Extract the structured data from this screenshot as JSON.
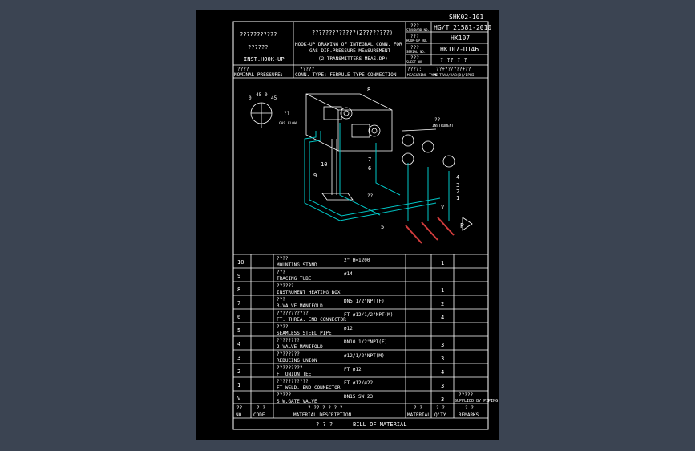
{
  "drawing_no": "SHK02-101",
  "header": {
    "left_top": "???????????",
    "left_mid": "??????",
    "left_bottom": "INST.HOOK-UP",
    "center_q": "?????????????(2????????)",
    "center_line1": "HOOK-UP DRAWING OF INTEGRAL CONN. FOR",
    "center_line2": "GAS DIF.PRESSURE MEASUREMENT",
    "center_line3": "(2 TRANSMITTERS MEAS.DP)",
    "r1_label_q": "???",
    "r1_label": "STANDARD NO.",
    "r1_value": "HG/T 21581-2010",
    "r2_label_q": "???",
    "r2_label": "HOOK-UP NO.",
    "r2_value": "HK107",
    "r3_label_q": "???",
    "r3_label": "SERIAL NO.",
    "r3_value": "HK107-D146",
    "r4_label_q": "???",
    "r4_label": "SHEET NO.",
    "r4_value": "? ?? ? ?",
    "pressure_q": "????",
    "pressure": "NOMINAL PRESSURE:",
    "conn_q": "?????",
    "conn": "CONN. TYPE: FERRULE-TYPE CONNECTION",
    "meas_q": "????:",
    "meas_label": "MEASURING TYPE",
    "meas_value_q": "??+??/???+??",
    "meas_value": "UN.TRAU/HAB(D)/BPHI"
  },
  "diagram": {
    "callouts": [
      "8",
      "7",
      "6",
      "10",
      "9",
      "5",
      "4",
      "3",
      "2",
      "1",
      "V",
      "P"
    ],
    "annot1_q": "??",
    "annot1": "INSTRUMENT",
    "annot2_q": "??",
    "annot2": "GAS FLOW",
    "angles": [
      "0",
      "45",
      "0",
      "45"
    ],
    "pipe_label": "??"
  },
  "bom": {
    "rows": [
      {
        "no": "10",
        "code": "",
        "desc_q": "????",
        "desc": "MOUNTING STAND",
        "spec": "2\"  H=1200",
        "material": "",
        "qty": "1",
        "remarks": ""
      },
      {
        "no": "9",
        "code": "",
        "desc_q": "???",
        "desc": "TRACING TUBE",
        "spec": "ø14",
        "material": "",
        "qty": "",
        "remarks": ""
      },
      {
        "no": "8",
        "code": "",
        "desc_q": "??????",
        "desc": "INSTRUMENT HEATING BOX",
        "spec": "",
        "material": "",
        "qty": "1",
        "remarks": ""
      },
      {
        "no": "7",
        "code": "",
        "desc_q": "???",
        "desc": "3-VALVE MANIFOLD",
        "spec": "DN5   1/2\"NPT(F)",
        "material": "",
        "qty": "2",
        "remarks": ""
      },
      {
        "no": "6",
        "code": "",
        "desc_q": "???????????",
        "desc": "FT. THREA. END CONNECTOR",
        "spec": "FT ø12/1/2\"NPT(M)",
        "material": "",
        "qty": "4",
        "remarks": ""
      },
      {
        "no": "5",
        "code": "",
        "desc_q": "????",
        "desc": "SEAMLESS STEEL PIPE",
        "spec": "ø12",
        "material": "",
        "qty": "",
        "remarks": ""
      },
      {
        "no": "4",
        "code": "",
        "desc_q": "????????",
        "desc": "2-VALVE MANIFOLD",
        "spec": "DN10   1/2\"NPT(F)",
        "material": "",
        "qty": "3",
        "remarks": ""
      },
      {
        "no": "3",
        "code": "",
        "desc_q": "????????",
        "desc": "REDUCING UNION",
        "spec": "ø12/1/2\"NPT(M)",
        "material": "",
        "qty": "3",
        "remarks": ""
      },
      {
        "no": "2",
        "code": "",
        "desc_q": "?????????",
        "desc": "FT UNION TEE",
        "spec": "FT ø12",
        "material": "",
        "qty": "4",
        "remarks": ""
      },
      {
        "no": "1",
        "code": "",
        "desc_q": "???????????",
        "desc": "FT WELD. END CONNECTOR",
        "spec": "FT ø12/ø22",
        "material": "",
        "qty": "3",
        "remarks": ""
      },
      {
        "no": "V",
        "code": "",
        "desc_q": "?????",
        "desc": "S.W.GATE VALVE",
        "spec": "DN15  SW 23",
        "material": "",
        "qty": "3",
        "remarks_q": "?????",
        "remarks": "SUPPLIED BY PIPING"
      }
    ],
    "head": {
      "no_q": "??",
      "no": "NO.",
      "code_q": "? ?",
      "code": "CODE",
      "desc_q": "? ?? ? ? ? ?",
      "desc": "MATERIAL DESCRIPTION",
      "mat_q": "? ?",
      "mat": "MATERIAL",
      "qty_q": "? ?",
      "qty": "Q'TY",
      "rem_q": "? ?",
      "rem": "REMARKS"
    },
    "footer_q": "? ? ?",
    "footer": "BILL OF MATERIAL"
  },
  "colors": {
    "background": "#3b4452",
    "sheet": "#000000",
    "line": "#ffffff",
    "pipe": "#00c8c8",
    "arrow": "#d23c3c"
  }
}
